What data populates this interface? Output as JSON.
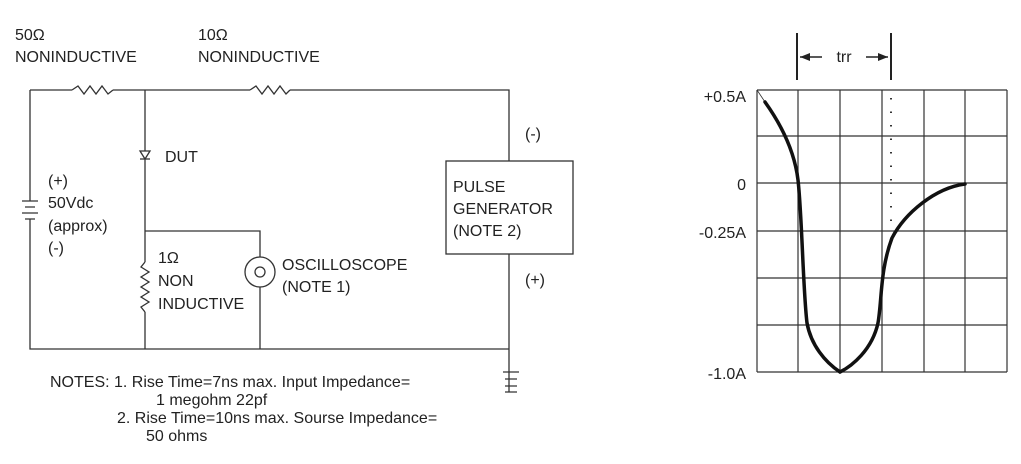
{
  "circuit": {
    "r1": {
      "value": "50Ω",
      "type": "NONINDUCTIVE"
    },
    "r2": {
      "value": "10Ω",
      "type": "NONINDUCTIVE"
    },
    "r3": {
      "value": "1Ω",
      "line1": "NON",
      "line2": "INDUCTIVE"
    },
    "dut_label": "DUT",
    "source": {
      "plus": "(+)",
      "voltage": "50Vdc",
      "approx": "(approx)",
      "minus": "(-)"
    },
    "oscilloscope": {
      "label": "OSCILLOSCOPE",
      "note": "(NOTE 1)"
    },
    "pulse_generator": {
      "line1": "PULSE",
      "line2": "GENERATOR",
      "line3": "(NOTE 2)",
      "minus": "(-)",
      "plus": "(+)"
    }
  },
  "notes": {
    "lines": [
      "NOTES: 1. Rise Time=7ns max. Input Impedance=",
      "1 megohm 22pf",
      "2. Rise Time=10ns max. Sourse Impedance=",
      "50 ohms"
    ]
  },
  "waveform": {
    "trr_label": "trr",
    "y_labels": [
      "+0.5A",
      "0",
      "-0.25A",
      "-1.0A"
    ]
  }
}
